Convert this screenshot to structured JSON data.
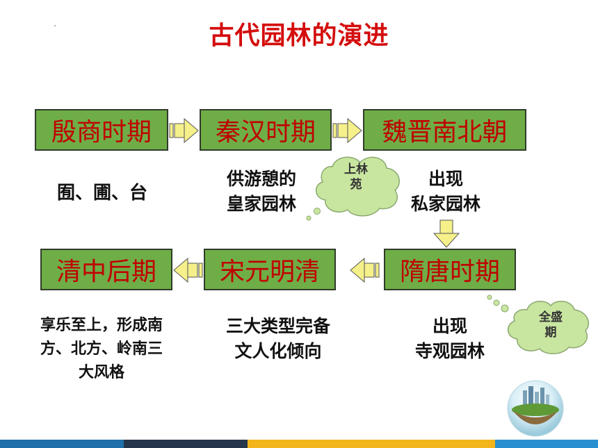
{
  "title": "古代园林的演进",
  "periods": {
    "p1": "殷商时期",
    "p2": "秦汉时期",
    "p3": "魏晋南北朝",
    "p4": "隋唐时期",
    "p5": "宋元明清",
    "p6": "清中后期"
  },
  "notes": {
    "n1": "囿、圃、台",
    "n2_line1": "供游憩的",
    "n2_line2": "皇家园林",
    "n3_line1": "出现",
    "n3_line2": "私家园林",
    "n4_line1": "出现",
    "n4_line2": "寺观园林",
    "n5_line1": "三大类型完备",
    "n5_line2": "文人化倾向",
    "n6_line1": "享乐至上，形成南",
    "n6_line2": "方、北方、岭南三",
    "n6_line3": "大风格"
  },
  "clouds": {
    "c1_line1": "上林",
    "c1_line2": "苑",
    "c2_line1": "全盛",
    "c2_line2": "期"
  },
  "colors": {
    "title": "#d40d0d",
    "box_fill": "#6fad47",
    "box_text": "#c00000",
    "arrow_fill": "#f5f08a",
    "cloud_fill": "#c9e6a0"
  }
}
